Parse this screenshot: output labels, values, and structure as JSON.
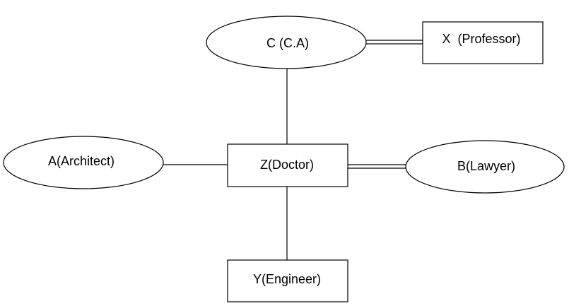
{
  "nodes": {
    "c": {
      "label": "C (C.A)",
      "shape": "ellipse"
    },
    "x": {
      "label": "X  (Professor)",
      "shape": "rectangle"
    },
    "a": {
      "label": "A(Architect)",
      "shape": "ellipse"
    },
    "z": {
      "label": "Z(Doctor)",
      "shape": "rectangle"
    },
    "b": {
      "label": "B(Lawyer)",
      "shape": "ellipse"
    },
    "y": {
      "label": "Y(Engineer)",
      "shape": "rectangle"
    }
  },
  "edges": [
    {
      "from": "c",
      "to": "x",
      "style": "double"
    },
    {
      "from": "c",
      "to": "z",
      "style": "single"
    },
    {
      "from": "a",
      "to": "z",
      "style": "single"
    },
    {
      "from": "z",
      "to": "b",
      "style": "double"
    },
    {
      "from": "z",
      "to": "y",
      "style": "single"
    }
  ],
  "colors": {
    "background": "#ffffff",
    "stroke": "#000000",
    "text": "#000000"
  }
}
